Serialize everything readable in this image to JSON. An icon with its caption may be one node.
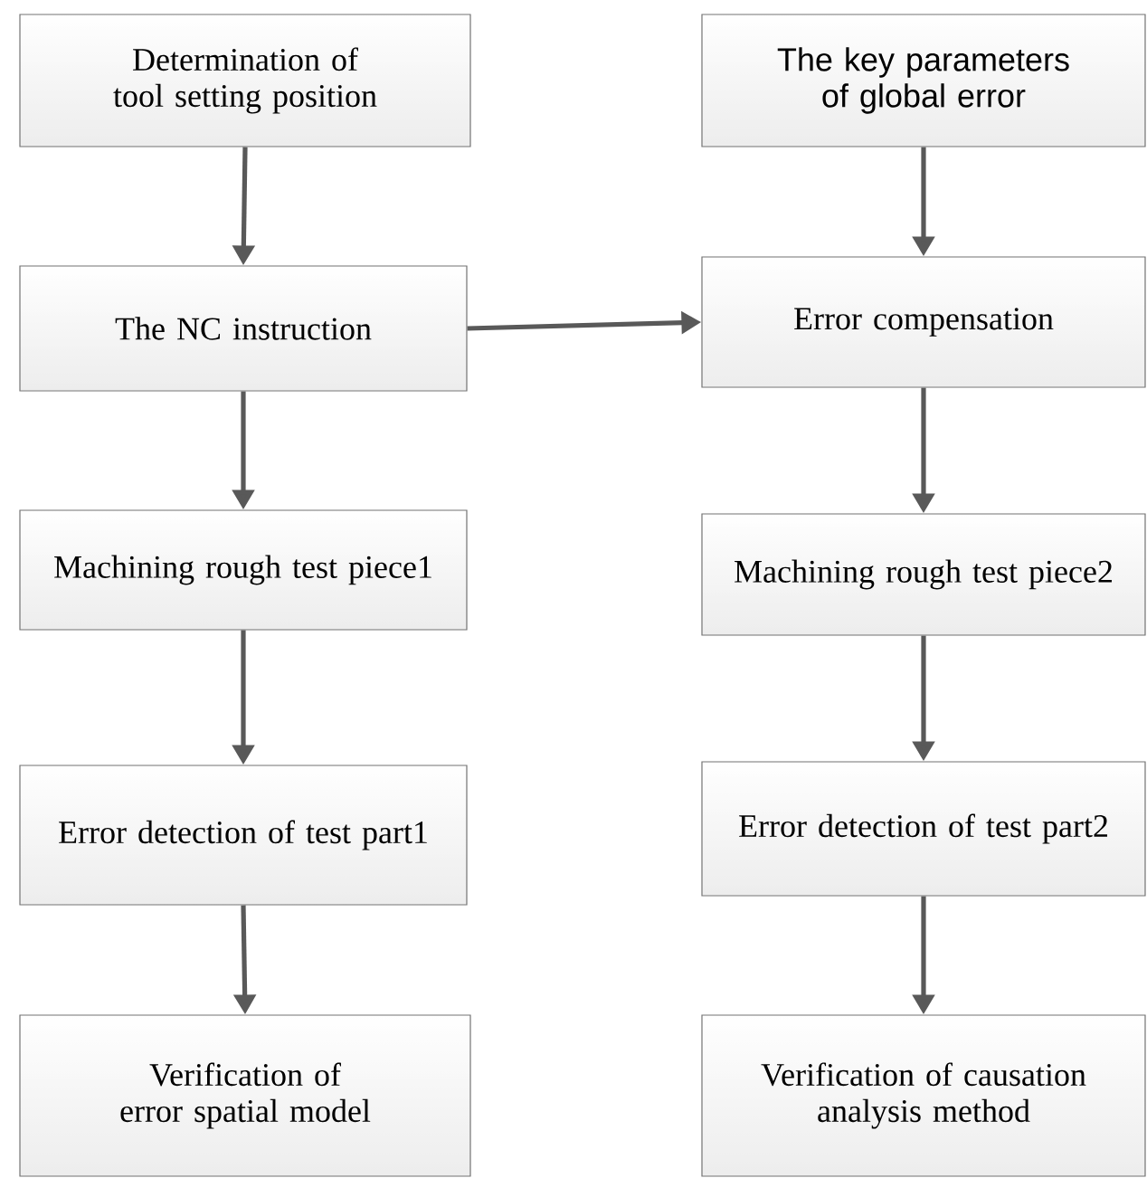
{
  "diagram": {
    "nodes": [
      {
        "text": [
          "Determination of tool setting position"
        ]
      },
      {
        "text": [
          "The key parameters of global error"
        ]
      },
      {
        "text": [
          "The NC instruction"
        ]
      },
      {
        "text": [
          "Error compensation"
        ]
      },
      {
        "text": [
          "Machining rough  test piece1"
        ]
      },
      {
        "text": [
          "Machining rough  test piece2"
        ]
      },
      {
        "text": [
          "Error detection of test part1"
        ]
      },
      {
        "text": [
          "Error detection of test part2"
        ]
      },
      {
        "text": [
          "Verification of  error spatial model"
        ]
      },
      {
        "text": [
          "Verification of causation analysis method"
        ]
      }
    ],
    "edges": [
      {
        "from": 0,
        "to": 2,
        "arrow": "to"
      },
      {
        "from": 1,
        "to": 3,
        "arrow": "to"
      },
      {
        "from": 2,
        "to": 3,
        "arrow": "to"
      },
      {
        "from": 2,
        "to": 4,
        "arrow": "to"
      },
      {
        "from": 3,
        "to": 5,
        "arrow": "to"
      },
      {
        "from": 4,
        "to": 6,
        "arrow": "to"
      },
      {
        "from": 5,
        "to": 7,
        "arrow": "to"
      },
      {
        "from": 6,
        "to": 8,
        "arrow": "to"
      },
      {
        "from": 7,
        "to": 9,
        "arrow": "to"
      }
    ]
  }
}
